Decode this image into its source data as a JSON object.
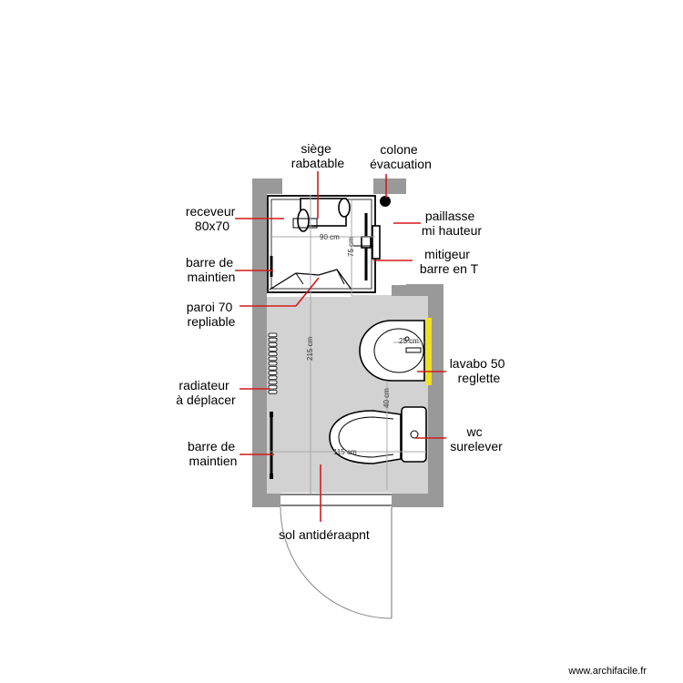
{
  "labels": {
    "siege": [
      "siège",
      "rabatable"
    ],
    "colonne": [
      "colone",
      "évacuation"
    ],
    "receveur": [
      "receveur",
      "80x70"
    ],
    "paillasse": [
      "paillasse",
      "mi hauteur"
    ],
    "barre_haut": [
      "barre de",
      "maintien"
    ],
    "mitigeur": [
      "mitigeur",
      "barre en T"
    ],
    "paroi": [
      "paroi 70",
      "repliable"
    ],
    "lavabo": [
      "lavabo 50",
      "reglette"
    ],
    "radiateur": [
      "radiateur",
      "à déplacer"
    ],
    "wc": [
      "wc",
      "surelever"
    ],
    "barre_bas": [
      "barre de",
      "maintien"
    ],
    "sol": [
      "sol antidéraapnt"
    ]
  },
  "dimensions": {
    "shower_width": "90 cm",
    "shower_depth": "75 cm",
    "basin_offset": "25 cm",
    "room_length": "215 cm",
    "basin_wc_gap": "40 cm",
    "room_width": "115 cm"
  },
  "credit": "www.archifacile.fr",
  "colors": {
    "wall": "#999999",
    "floor": "#d2d2d2",
    "leader": "#d41a1a",
    "reglette": "#f0e020"
  }
}
